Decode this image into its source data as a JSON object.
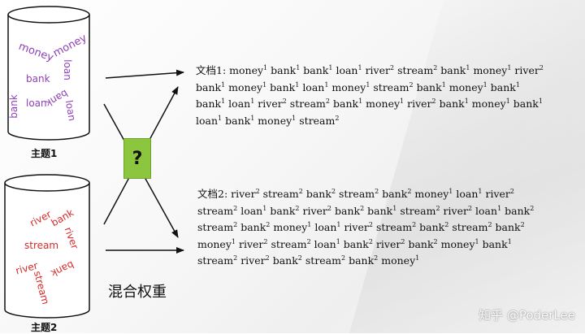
{
  "topics": [
    {
      "label": "主题1",
      "color": "#8e3fb8",
      "words": [
        "money",
        "money",
        "loan",
        "bank",
        "bank",
        "bank",
        "loan",
        "loan"
      ]
    },
    {
      "label": "主题2",
      "color": "#d62a2a",
      "words": [
        "river",
        "bank",
        "river",
        "stream",
        "river",
        "bank",
        "stream"
      ]
    }
  ],
  "question_mark": "?",
  "mix_label": "混合权重",
  "documents": [
    {
      "prefix": "文档1: ",
      "lines": [
        [
          [
            "money",
            "1"
          ],
          [
            "bank",
            "1"
          ],
          [
            "bank",
            "1"
          ],
          [
            "loan",
            "1"
          ],
          [
            "river",
            "2"
          ],
          [
            "stream",
            "2"
          ],
          [
            "bank",
            "1"
          ],
          [
            "money",
            "1"
          ],
          [
            "river",
            "2"
          ]
        ],
        [
          [
            "bank",
            "1"
          ],
          [
            "money",
            "1"
          ],
          [
            "bank",
            "1"
          ],
          [
            "loan",
            "1"
          ],
          [
            "money",
            "1"
          ],
          [
            "stream",
            "2"
          ],
          [
            "bank",
            "1"
          ],
          [
            "money",
            "1"
          ],
          [
            "bank",
            "1"
          ]
        ],
        [
          [
            "bank",
            "1"
          ],
          [
            "loan",
            "1"
          ],
          [
            "river",
            "2"
          ],
          [
            "stream",
            "2"
          ],
          [
            "bank",
            "1"
          ],
          [
            "money",
            "1"
          ],
          [
            "river",
            "2"
          ],
          [
            "bank",
            "1"
          ],
          [
            "money",
            "1"
          ],
          [
            "bank",
            "1"
          ]
        ],
        [
          [
            "loan",
            "1"
          ],
          [
            "bank",
            "1"
          ],
          [
            "money",
            "1"
          ],
          [
            "stream",
            "2"
          ]
        ]
      ]
    },
    {
      "prefix": "文档2: ",
      "lines": [
        [
          [
            "river",
            "2"
          ],
          [
            "stream",
            "2"
          ],
          [
            "bank",
            "2"
          ],
          [
            "stream",
            "2"
          ],
          [
            "bank",
            "2"
          ],
          [
            "money",
            "1"
          ],
          [
            "loan",
            "1"
          ],
          [
            "river",
            "2"
          ]
        ],
        [
          [
            "stream",
            "2"
          ],
          [
            "loan",
            "1"
          ],
          [
            "bank",
            "2"
          ],
          [
            "river",
            "2"
          ],
          [
            "bank",
            "2"
          ],
          [
            "bank",
            "1"
          ],
          [
            "stream",
            "2"
          ],
          [
            "river",
            "2"
          ],
          [
            "loan",
            "1"
          ],
          [
            "bank",
            "2"
          ]
        ],
        [
          [
            "stream",
            "2"
          ],
          [
            "bank",
            "2"
          ],
          [
            "money",
            "1"
          ],
          [
            "loan",
            "1"
          ],
          [
            "river",
            "2"
          ],
          [
            "stream",
            "2"
          ],
          [
            "bank",
            "2"
          ],
          [
            "stream",
            "2"
          ],
          [
            "bank",
            "2"
          ]
        ],
        [
          [
            "money",
            "1"
          ],
          [
            "river",
            "2"
          ],
          [
            "stream",
            "2"
          ],
          [
            "loan",
            "1"
          ],
          [
            "bank",
            "2"
          ],
          [
            "river",
            "2"
          ],
          [
            "bank",
            "2"
          ],
          [
            "money",
            "1"
          ],
          [
            "bank",
            "1"
          ]
        ],
        [
          [
            "stream",
            "2"
          ],
          [
            "river",
            "2"
          ],
          [
            "bank",
            "2"
          ],
          [
            "stream",
            "2"
          ],
          [
            "bank",
            "2"
          ],
          [
            "money",
            "1"
          ]
        ]
      ]
    }
  ],
  "watermark": "知乎 @PoderLee"
}
